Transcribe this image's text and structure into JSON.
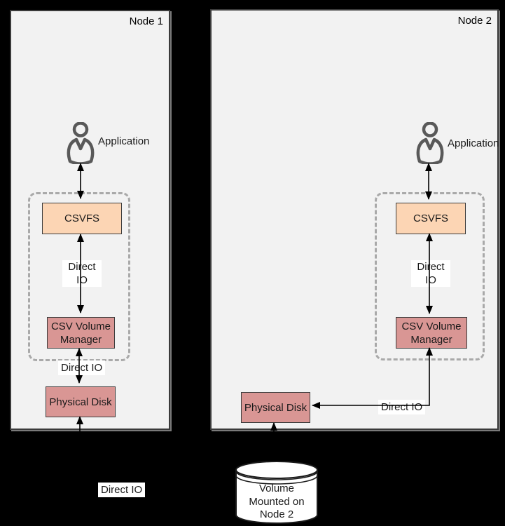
{
  "diagram_type": "cluster-shared-volumes-direct-io",
  "colors": {
    "background": "#000000",
    "node_fill": "#f2f2f2",
    "node_border": "#3a3a3a",
    "csvfs_fill": "#fcd5b4",
    "volume_manager_fill": "#d99694",
    "physical_disk_fill": "#d99694",
    "dashed_boundary": "#a9a9a9",
    "person_icon": "#595959",
    "arrow": "#000000",
    "label_background": "#ffffff"
  },
  "nodes": [
    {
      "title": "Node 1",
      "application_label": "Application",
      "csvfs_label": "CSVFS",
      "direct_io_label": "Direct IO",
      "volume_manager_label": "CSV Volume Manager",
      "boundary_direct_io_label": "Direct IO",
      "physical_disk_label": "Physical Disk"
    },
    {
      "title": "Node 2",
      "application_label": "Application",
      "csvfs_label": "CSVFS",
      "direct_io_label": "Direct IO",
      "volume_manager_label": "CSV Volume Manager",
      "elbow_direct_io_label": "Direct IO",
      "physical_disk_label": "Physical Disk"
    }
  ],
  "storage": {
    "direct_io_label": "Direct IO",
    "volume_label": "Volume Mounted on Node 2"
  }
}
